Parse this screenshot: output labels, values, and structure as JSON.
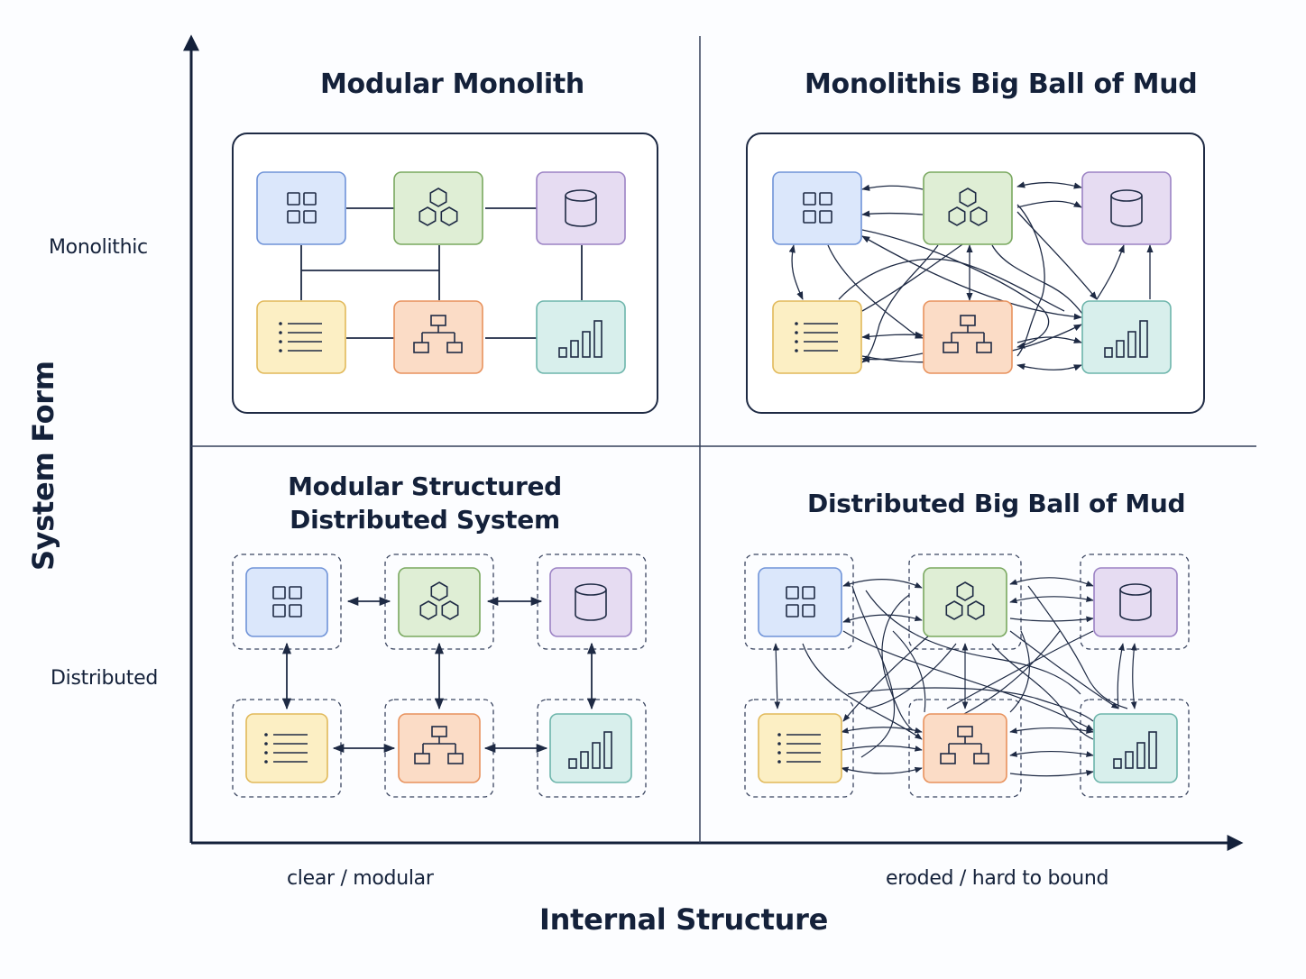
{
  "axes": {
    "y_title": "System Form",
    "x_title": "Internal Structure",
    "y_ticks": [
      "Monolithic",
      "Distributed"
    ],
    "x_ticks": [
      "clear / modular",
      "eroded / hard to bound"
    ]
  },
  "quadrants": {
    "top_left": {
      "title": "Modular Monolith"
    },
    "top_right": {
      "title": "Monolithis Big Ball of Mud"
    },
    "bottom_left": {
      "title_lines": [
        "Modular Structured",
        "Distributed System"
      ]
    },
    "bottom_right": {
      "title": "Distributed Big Ball of Mud"
    }
  },
  "modules": [
    {
      "name": "ui-module",
      "icon": "grid-icon",
      "fill": "#dbe7fb",
      "stroke": "#6f93d8"
    },
    {
      "name": "service-module",
      "icon": "hexagons-icon",
      "fill": "#dfeed5",
      "stroke": "#79a85f"
    },
    {
      "name": "database-module",
      "icon": "database-icon",
      "fill": "#e6dcf2",
      "stroke": "#9b82c4"
    },
    {
      "name": "list-module",
      "icon": "list-icon",
      "fill": "#fcefc4",
      "stroke": "#e1b95a"
    },
    {
      "name": "hierarchy-module",
      "icon": "hierarchy-icon",
      "fill": "#fbdcc6",
      "stroke": "#e8925d"
    },
    {
      "name": "analytics-module",
      "icon": "bar-chart-icon",
      "fill": "#d8efec",
      "stroke": "#6db5ab"
    }
  ],
  "colors": {
    "ink": "#14213a",
    "axis": "#13203a",
    "connector": "#1e2a44",
    "background": "#fcfdff"
  }
}
